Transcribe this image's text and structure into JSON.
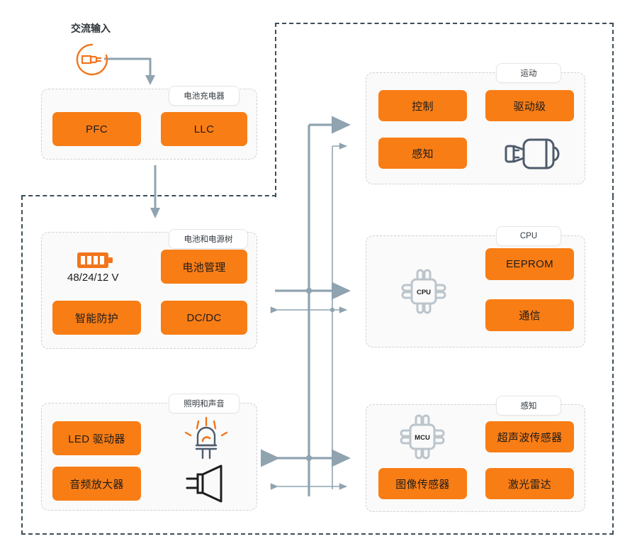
{
  "diagram": {
    "title_source": "AC input to battery charger and power tree block diagram",
    "accent_orange": "#f97d15",
    "wire_color": "#8fa3b0",
    "border_color": "#3d4e59"
  },
  "ac_input": {
    "label": "交流输入",
    "icon": "power-plug-icon"
  },
  "groups": {
    "battery_charger": {
      "label": "电池充电器",
      "blocks": [
        {
          "label": "PFC"
        },
        {
          "label": "LLC"
        }
      ]
    },
    "battery_power_tree": {
      "label": "电池和电源树",
      "voltage": "48/24/12 V",
      "icon": "battery-icon",
      "blocks": [
        {
          "label": "电池管理"
        },
        {
          "label": "智能防护"
        },
        {
          "label": "DC/DC"
        }
      ]
    },
    "lighting_sound": {
      "label": "照明和声音",
      "icons": [
        "led-lamp-icon",
        "speaker-icon"
      ],
      "blocks": [
        {
          "label": "LED 驱动器"
        },
        {
          "label": "音频放大器"
        }
      ]
    },
    "motion": {
      "label": "运动",
      "icon": "motor-icon",
      "blocks": [
        {
          "label": "控制"
        },
        {
          "label": "驱动级"
        },
        {
          "label": "感知"
        }
      ]
    },
    "cpu": {
      "label": "CPU",
      "icon": "cpu-chip-icon",
      "icon_text": "CPU",
      "blocks": [
        {
          "label": "EEPROM"
        },
        {
          "label": "通信"
        }
      ]
    },
    "sensing": {
      "label": "感知",
      "icon": "mcu-chip-icon",
      "icon_text": "MCU",
      "blocks": [
        {
          "label": "超声波传感器"
        },
        {
          "label": "图像传感器"
        },
        {
          "label": "激光雷达"
        }
      ]
    }
  }
}
